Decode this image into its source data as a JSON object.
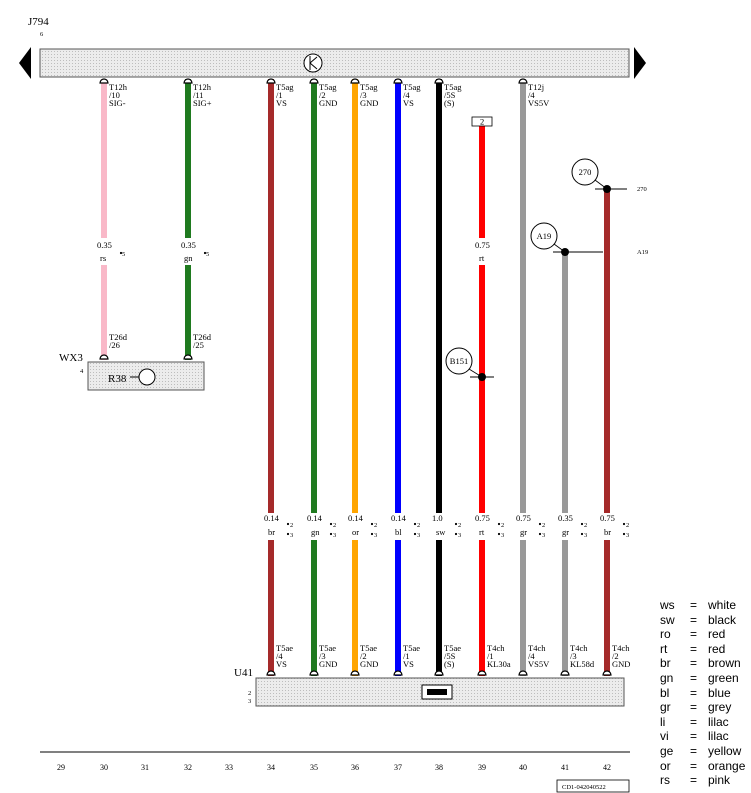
{
  "components": {
    "j794": {
      "name": "J794",
      "pin_ref": "6"
    },
    "wx3": {
      "name": "WX3",
      "pin_ref": "4"
    },
    "r38": {
      "name": "R38"
    },
    "u41": {
      "name": "U41",
      "pin_ref_a": "2",
      "pin_ref_b": "3"
    }
  },
  "wires": [
    {
      "col": 30,
      "color": "#f9b8c8",
      "top": [
        "T12h",
        "/10",
        "SIG-"
      ],
      "size": "0.35",
      "code": "rs",
      "note": "5",
      "bottom": [
        "T26d",
        "/26"
      ],
      "end": "wx3"
    },
    {
      "col": 32,
      "color": "#1f7a1f",
      "top": [
        "T12h",
        "/11",
        "SIG+"
      ],
      "size": "0.35",
      "code": "gn",
      "note": "5",
      "bottom": [
        "T26d",
        "/25"
      ],
      "end": "wx3"
    },
    {
      "col": 34,
      "color": "#a52a2a",
      "top": [
        "T5ag",
        "/1",
        "VS"
      ],
      "size": "0.14",
      "code": "br",
      "note": "2",
      "note2": "3",
      "bottom": [
        "T5ae",
        "/4",
        "VS"
      ],
      "end": "u41"
    },
    {
      "col": 35,
      "color": "#1f7a1f",
      "top": [
        "T5ag",
        "/2",
        "GND"
      ],
      "size": "0.14",
      "code": "gn",
      "note": "2",
      "note2": "3",
      "bottom": [
        "T5ae",
        "/3",
        "GND"
      ],
      "end": "u41"
    },
    {
      "col": 36,
      "color": "#ffa500",
      "top": [
        "T5ag",
        "/3",
        "GND"
      ],
      "size": "0.14",
      "code": "or",
      "note": "2",
      "note2": "3",
      "bottom": [
        "T5ae",
        "/2",
        "GND"
      ],
      "end": "u41"
    },
    {
      "col": 37,
      "color": "#0000ff",
      "top": [
        "T5ag",
        "/4",
        "VS"
      ],
      "size": "0.14",
      "code": "bl",
      "note": "2",
      "note2": "3",
      "bottom": [
        "T5ae",
        "/1",
        "VS"
      ],
      "end": "u41"
    },
    {
      "col": 38,
      "color": "#000000",
      "top": [
        "T5ag",
        "/5S",
        "(S)"
      ],
      "size": "1.0",
      "code": "sw",
      "note": "2",
      "note2": "3",
      "bottom": [
        "T5ae",
        "/5S",
        "(S)"
      ],
      "end": "u41"
    },
    {
      "col": 39,
      "color": "#ff0000",
      "top_box": "2",
      "size_upper": "0.75",
      "code_upper": "rt",
      "size": "0.75",
      "code": "rt",
      "note": "2",
      "note2": "3",
      "bottom": [
        "T4ch",
        "/1",
        "KL30a"
      ],
      "end": "u41"
    },
    {
      "col": 40,
      "color": "#999999",
      "top": [
        "T12j",
        "/4",
        "VS5V"
      ],
      "size": "0.75",
      "code": "gr",
      "note": "2",
      "note2": "3",
      "bottom": [
        "T4ch",
        "/4",
        "VS5V"
      ],
      "end": "u41"
    },
    {
      "col": 41,
      "color": "#999999",
      "size": "0.35",
      "code": "gr",
      "note": "2",
      "note2": "3",
      "bottom": [
        "T4ch",
        "/3",
        "KL58d"
      ],
      "end": "u41"
    },
    {
      "col": 42,
      "color": "#a52a2a",
      "size": "0.75",
      "code": "br",
      "note": "2",
      "note2": "3",
      "bottom": [
        "T4ch",
        "/2",
        "GND"
      ],
      "end": "u41"
    }
  ],
  "junctions": [
    {
      "id": "270",
      "ref": "270"
    },
    {
      "id": "A19",
      "ref": "A19"
    },
    {
      "id": "B151"
    }
  ],
  "columns": [
    29,
    30,
    31,
    32,
    33,
    34,
    35,
    36,
    37,
    38,
    39,
    40,
    41,
    42
  ],
  "footer_code": "CD1-042040522",
  "legend": [
    {
      "code": "ws",
      "name": "white"
    },
    {
      "code": "sw",
      "name": "black"
    },
    {
      "code": "ro",
      "name": "red"
    },
    {
      "code": "rt",
      "name": "red"
    },
    {
      "code": "br",
      "name": "brown"
    },
    {
      "code": "gn",
      "name": "green"
    },
    {
      "code": "bl",
      "name": "blue"
    },
    {
      "code": "gr",
      "name": "grey"
    },
    {
      "code": "li",
      "name": "lilac"
    },
    {
      "code": "vi",
      "name": "lilac"
    },
    {
      "code": "ge",
      "name": "yellow"
    },
    {
      "code": "or",
      "name": "orange"
    },
    {
      "code": "rs",
      "name": "pink"
    }
  ]
}
